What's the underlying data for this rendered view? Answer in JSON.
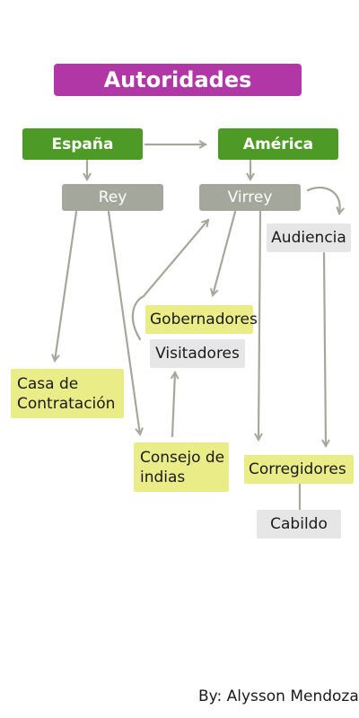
{
  "title": "Autoridades",
  "nodes": {
    "espana": "España",
    "america": "América",
    "rey": "Rey",
    "virrey": "Virrey",
    "audiencia": "Audiencia",
    "gobernadores": "Gobernadores",
    "visitadores": "Visitadores",
    "casa_de_contratacion": [
      "Casa de",
      "Contratación"
    ],
    "consejo_de_indias": [
      "Consejo de",
      "indias"
    ],
    "corregidores": "Corregidores",
    "cabildo": "Cabildo"
  },
  "author": "By: Alysson Mendoza",
  "colors": {
    "title": "#b136a6",
    "green": "#4e9a26",
    "grey": "#a4a79b",
    "light": "#e6e6e6",
    "yellow": "#eaec88",
    "arrow": "#a4a79b"
  }
}
